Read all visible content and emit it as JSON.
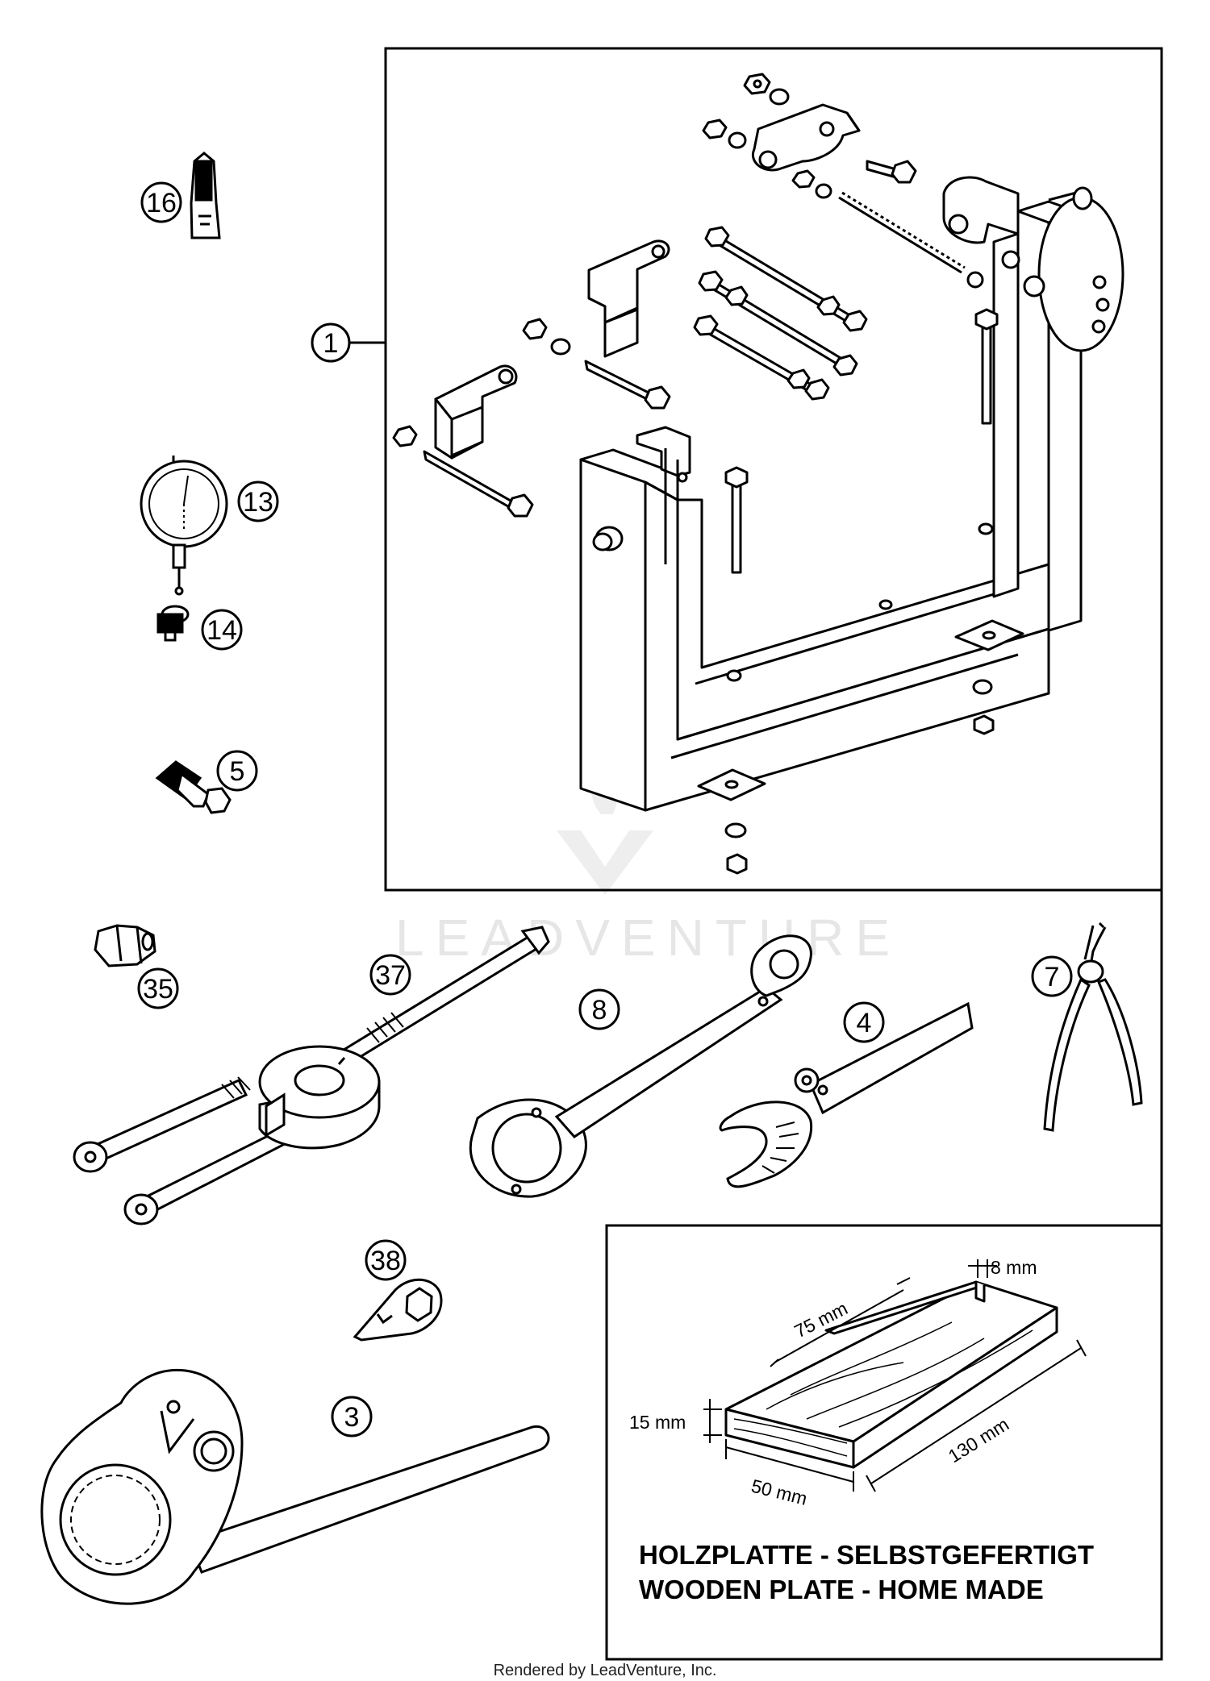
{
  "callouts": {
    "c16": "16",
    "c1": "1",
    "c13": "13",
    "c14": "14",
    "c5": "5",
    "c35": "35",
    "c37": "37",
    "c8": "8",
    "c4": "4",
    "c7": "7",
    "c38": "38",
    "c3": "3"
  },
  "wooden_plate": {
    "dim_8": "8 mm",
    "dim_75": "75 mm",
    "dim_15": "15 mm",
    "dim_130": "130 mm",
    "dim_50": "50 mm",
    "title_de": "HOLZPLATTE - SELBSTGEFERTIGT",
    "title_en": "WOODEN PLATE - HOME MADE"
  },
  "watermark": "LEADVENTURE",
  "footer": "Rendered by LeadVenture, Inc.",
  "colors": {
    "line": "#000000",
    "background": "#ffffff",
    "watermark": "#e6e6e6"
  }
}
